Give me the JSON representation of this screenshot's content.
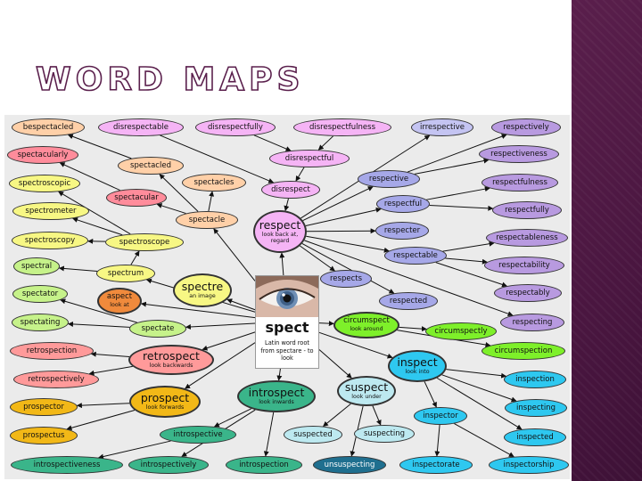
{
  "slide": {
    "title": "WORD MAPS",
    "accent_color": "#5a1f4c"
  },
  "center": {
    "word": "spect",
    "gloss": "Latin word root\nfrom spectare - to\nlook",
    "image": "eye-photo"
  },
  "nodes": [
    {
      "id": "bespectacled",
      "label": "bespectacled",
      "color": "#ffd0a8"
    },
    {
      "id": "disrespectable",
      "label": "disrespectable",
      "color": "#f5b4f5"
    },
    {
      "id": "disrespectfully",
      "label": "disrespectfully",
      "color": "#f5b4f5"
    },
    {
      "id": "disrespectfulness",
      "label": "disrespectfulness",
      "color": "#f5b4f5"
    },
    {
      "id": "irrespective",
      "label": "irrespective",
      "color": "#c4c4f2"
    },
    {
      "id": "respectively",
      "label": "respectively",
      "color": "#b89ae0"
    },
    {
      "id": "spectacularly",
      "label": "spectacularly",
      "color": "#ff8c9b"
    },
    {
      "id": "spectacled",
      "label": "spectacled",
      "color": "#ffd0a8"
    },
    {
      "id": "disrespectful",
      "label": "disrespectful",
      "color": "#f5b4f5"
    },
    {
      "id": "respectiveness",
      "label": "respectiveness",
      "color": "#b89ae0"
    },
    {
      "id": "spectroscopic",
      "label": "spectroscopic",
      "color": "#f7f784"
    },
    {
      "id": "spectacles",
      "label": "spectacles",
      "color": "#ffd0a8"
    },
    {
      "id": "disrespect",
      "label": "disrespect",
      "color": "#f5b4f5"
    },
    {
      "id": "respective",
      "label": "respective",
      "color": "#a6a8e8"
    },
    {
      "id": "respectfulness",
      "label": "respectfulness",
      "color": "#b89ae0"
    },
    {
      "id": "spectacular",
      "label": "spectacular",
      "color": "#ff8c9b"
    },
    {
      "id": "spectrometer",
      "label": "spectrometer",
      "color": "#f7f784"
    },
    {
      "id": "respectful",
      "label": "respectful",
      "color": "#a6a8e8"
    },
    {
      "id": "respectfully",
      "label": "respectfully",
      "color": "#b89ae0"
    },
    {
      "id": "spectacle",
      "label": "spectacle",
      "color": "#ffd0a8"
    },
    {
      "id": "respect",
      "label": "respect",
      "sub": "look back at,\nregard",
      "color": "#f5b4f5",
      "big": true,
      "bold": true
    },
    {
      "id": "respecter",
      "label": "respecter",
      "color": "#a6a8e8"
    },
    {
      "id": "spectroscopy",
      "label": "spectroscopy",
      "color": "#f7f784"
    },
    {
      "id": "spectroscope",
      "label": "spectroscope",
      "color": "#f7f784"
    },
    {
      "id": "respectableness",
      "label": "respectableness",
      "color": "#b89ae0"
    },
    {
      "id": "respectable",
      "label": "respectable",
      "color": "#a6a8e8"
    },
    {
      "id": "spectral",
      "label": "spectral",
      "color": "#c6f28a"
    },
    {
      "id": "respectability",
      "label": "respectability",
      "color": "#b89ae0"
    },
    {
      "id": "spectrum",
      "label": "spectrum",
      "color": "#f7f784"
    },
    {
      "id": "spectre",
      "label": "spectre",
      "sub": "an image",
      "color": "#f7f784",
      "big": true,
      "bold": true
    },
    {
      "id": "respects",
      "label": "respects",
      "color": "#a6a8e8"
    },
    {
      "id": "spectator",
      "label": "spectator",
      "color": "#c6f28a"
    },
    {
      "id": "aspect",
      "label": "aspect",
      "sub": "look at",
      "color": "#f08a3c",
      "big": false,
      "bold": true
    },
    {
      "id": "respected",
      "label": "respected",
      "color": "#a6a8e8"
    },
    {
      "id": "respectably",
      "label": "respectably",
      "color": "#b89ae0"
    },
    {
      "id": "spectating",
      "label": "spectating",
      "color": "#c6f28a"
    },
    {
      "id": "spectate",
      "label": "spectate",
      "color": "#c6f28a"
    },
    {
      "id": "circumspect",
      "label": "circumspect",
      "sub": "look around",
      "color": "#7ef02a",
      "bold": true
    },
    {
      "id": "circumspectly",
      "label": "circumspectly",
      "color": "#7ef02a"
    },
    {
      "id": "respecting",
      "label": "respecting",
      "color": "#b89ae0"
    },
    {
      "id": "retrospection",
      "label": "retrospection",
      "color": "#ff9a9a"
    },
    {
      "id": "circumspection",
      "label": "circumspection",
      "color": "#7ef02a"
    },
    {
      "id": "retrospect",
      "label": "retrospect",
      "sub": "look backwards",
      "color": "#ff9a9a",
      "big": true,
      "bold": true
    },
    {
      "id": "inspect",
      "label": "inspect",
      "sub": "look into",
      "color": "#2ec8f0",
      "big": true,
      "bold": true
    },
    {
      "id": "retrospectively",
      "label": "retrospectively",
      "color": "#ff9a9a"
    },
    {
      "id": "inspection",
      "label": "inspection",
      "color": "#2ec8f0"
    },
    {
      "id": "introspect",
      "label": "introspect",
      "sub": "look inwards",
      "color": "#3ab58a",
      "big": true,
      "bold": true
    },
    {
      "id": "suspect",
      "label": "suspect",
      "sub": "look under",
      "color": "#bde9f0",
      "big": true,
      "bold": true
    },
    {
      "id": "prospect",
      "label": "prospect",
      "sub": "look forwards",
      "color": "#f2b817",
      "big": true,
      "bold": true
    },
    {
      "id": "prospector",
      "label": "prospector",
      "color": "#f2b817"
    },
    {
      "id": "inspecting",
      "label": "inspecting",
      "color": "#2ec8f0"
    },
    {
      "id": "inspector",
      "label": "inspector",
      "color": "#2ec8f0"
    },
    {
      "id": "introspective",
      "label": "introspective",
      "color": "#3ab58a"
    },
    {
      "id": "suspected",
      "label": "suspected",
      "color": "#bde9f0"
    },
    {
      "id": "suspecting",
      "label": "suspecting",
      "color": "#bde9f0"
    },
    {
      "id": "prospectus",
      "label": "prospectus",
      "color": "#f2b817"
    },
    {
      "id": "inspected",
      "label": "inspected",
      "color": "#2ec8f0"
    },
    {
      "id": "introspectiveness",
      "label": "introspectiveness",
      "color": "#3ab58a"
    },
    {
      "id": "introspectively",
      "label": "introspectively",
      "color": "#3ab58a"
    },
    {
      "id": "introspection",
      "label": "introspection",
      "color": "#3ab58a"
    },
    {
      "id": "unsuspecting",
      "label": "unsuspecting",
      "color": "#1f6f8f",
      "dark": true
    },
    {
      "id": "inspectorate",
      "label": "inspectorate",
      "color": "#2ec8f0"
    },
    {
      "id": "inspectorship",
      "label": "inspectorship",
      "color": "#2ec8f0"
    }
  ],
  "edges": [
    [
      "disrespectable",
      "disrespect"
    ],
    [
      "disrespectfully",
      "disrespectful"
    ],
    [
      "disrespectfulness",
      "disrespectful"
    ],
    [
      "disrespectful",
      "disrespect"
    ],
    [
      "disrespect",
      "respect"
    ],
    [
      "respect",
      "irrespective"
    ],
    [
      "respect",
      "respective"
    ],
    [
      "respective",
      "respectively"
    ],
    [
      "respective",
      "respectiveness"
    ],
    [
      "respect",
      "respectful"
    ],
    [
      "respectful",
      "respectfulness"
    ],
    [
      "respectful",
      "respectfully"
    ],
    [
      "respect",
      "respecter"
    ],
    [
      "respect",
      "respectable"
    ],
    [
      "respectable",
      "respectableness"
    ],
    [
      "respectable",
      "respectability"
    ],
    [
      "respectable",
      "respectably"
    ],
    [
      "respect",
      "respects"
    ],
    [
      "respect",
      "respected"
    ],
    [
      "respect",
      "respecting"
    ],
    [
      "spectacle",
      "spectacles"
    ],
    [
      "spectacle",
      "spectacled"
    ],
    [
      "spectacled",
      "bespectacled"
    ],
    [
      "spectacle",
      "spectacular"
    ],
    [
      "spectacular",
      "spectacularly"
    ],
    [
      "spectrum",
      "spectroscope"
    ],
    [
      "spectroscope",
      "spectroscopic"
    ],
    [
      "spectroscope",
      "spectrometer"
    ],
    [
      "spectroscope",
      "spectroscopy"
    ],
    [
      "spectrum",
      "spectral"
    ],
    [
      "spectate",
      "spectator"
    ],
    [
      "spectate",
      "spectating"
    ],
    [
      "circumspect",
      "circumspectly"
    ],
    [
      "circumspect",
      "circumspection"
    ],
    [
      "retrospect",
      "retrospection"
    ],
    [
      "retrospect",
      "retrospectively"
    ],
    [
      "prospect",
      "prospector"
    ],
    [
      "prospect",
      "prospectus"
    ],
    [
      "inspect",
      "inspection"
    ],
    [
      "inspect",
      "inspecting"
    ],
    [
      "inspect",
      "inspector"
    ],
    [
      "inspect",
      "inspected"
    ],
    [
      "inspector",
      "inspectorate"
    ],
    [
      "inspector",
      "inspectorship"
    ],
    [
      "introspect",
      "introspective"
    ],
    [
      "introspective",
      "introspectiveness"
    ],
    [
      "introspect",
      "introspectively"
    ],
    [
      "introspect",
      "introspection"
    ],
    [
      "suspect",
      "suspected"
    ],
    [
      "suspect",
      "suspecting"
    ],
    [
      "suspect",
      "unsuspecting"
    ]
  ],
  "center_edges": [
    "respect",
    "spectacle",
    "spectrum",
    "spectre",
    "aspect",
    "spectate",
    "circumspect",
    "retrospect",
    "inspect",
    "introspect",
    "suspect",
    "prospect"
  ]
}
